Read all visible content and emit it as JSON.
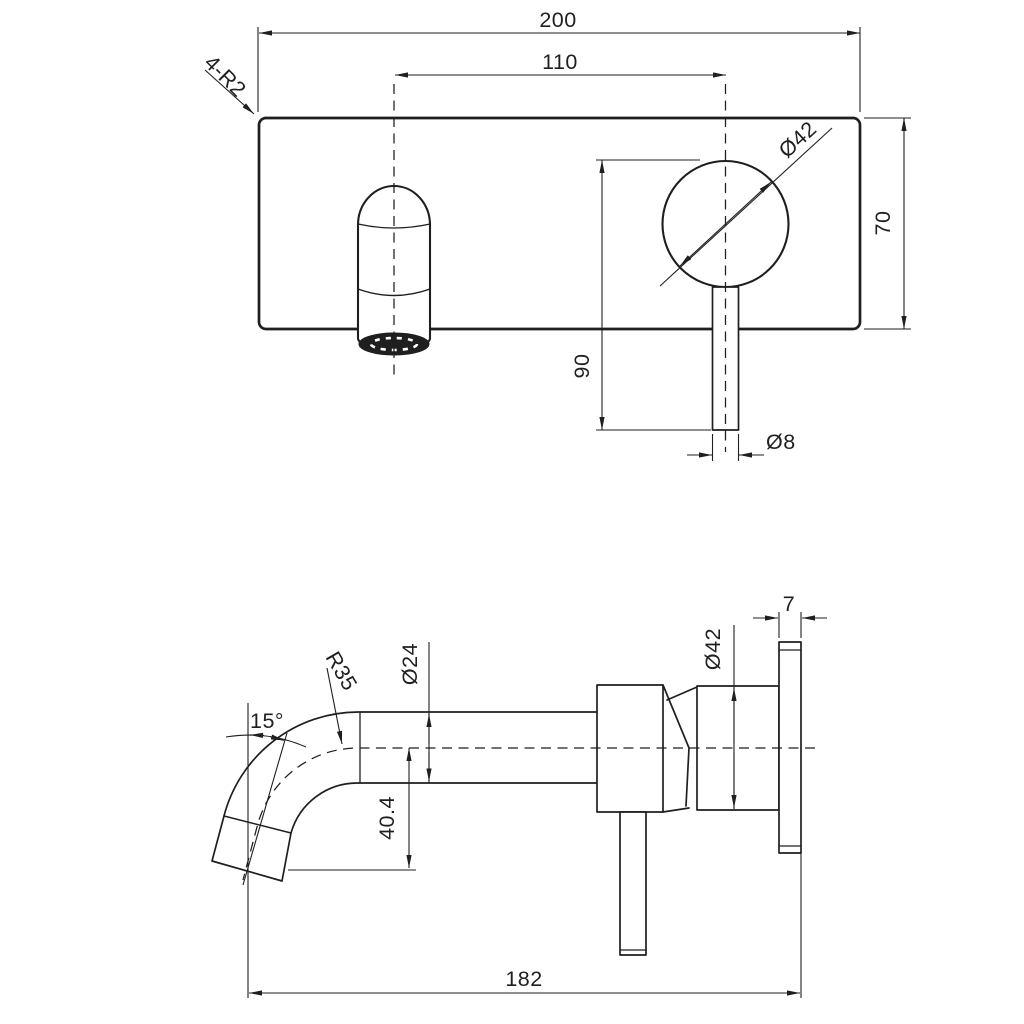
{
  "style": {
    "background": "#ffffff",
    "line_color": "#1f1f1f",
    "text_color": "#1f1f1f"
  },
  "front_view": {
    "dims": {
      "plate_width": "200",
      "centers_spacing": "110",
      "corner_radius_note": "4-R2",
      "handle_diameter": "Ø42",
      "plate_height": "70",
      "handle_drop": "90",
      "lever_diameter": "Ø8"
    }
  },
  "side_view": {
    "dims": {
      "spout_tilt_angle": "15°",
      "bend_radius": "R35",
      "spout_diameter": "Ø24",
      "outlet_drop": "40.4",
      "body_diameter": "Ø42",
      "plate_thickness": "7",
      "projection_length": "182"
    }
  }
}
